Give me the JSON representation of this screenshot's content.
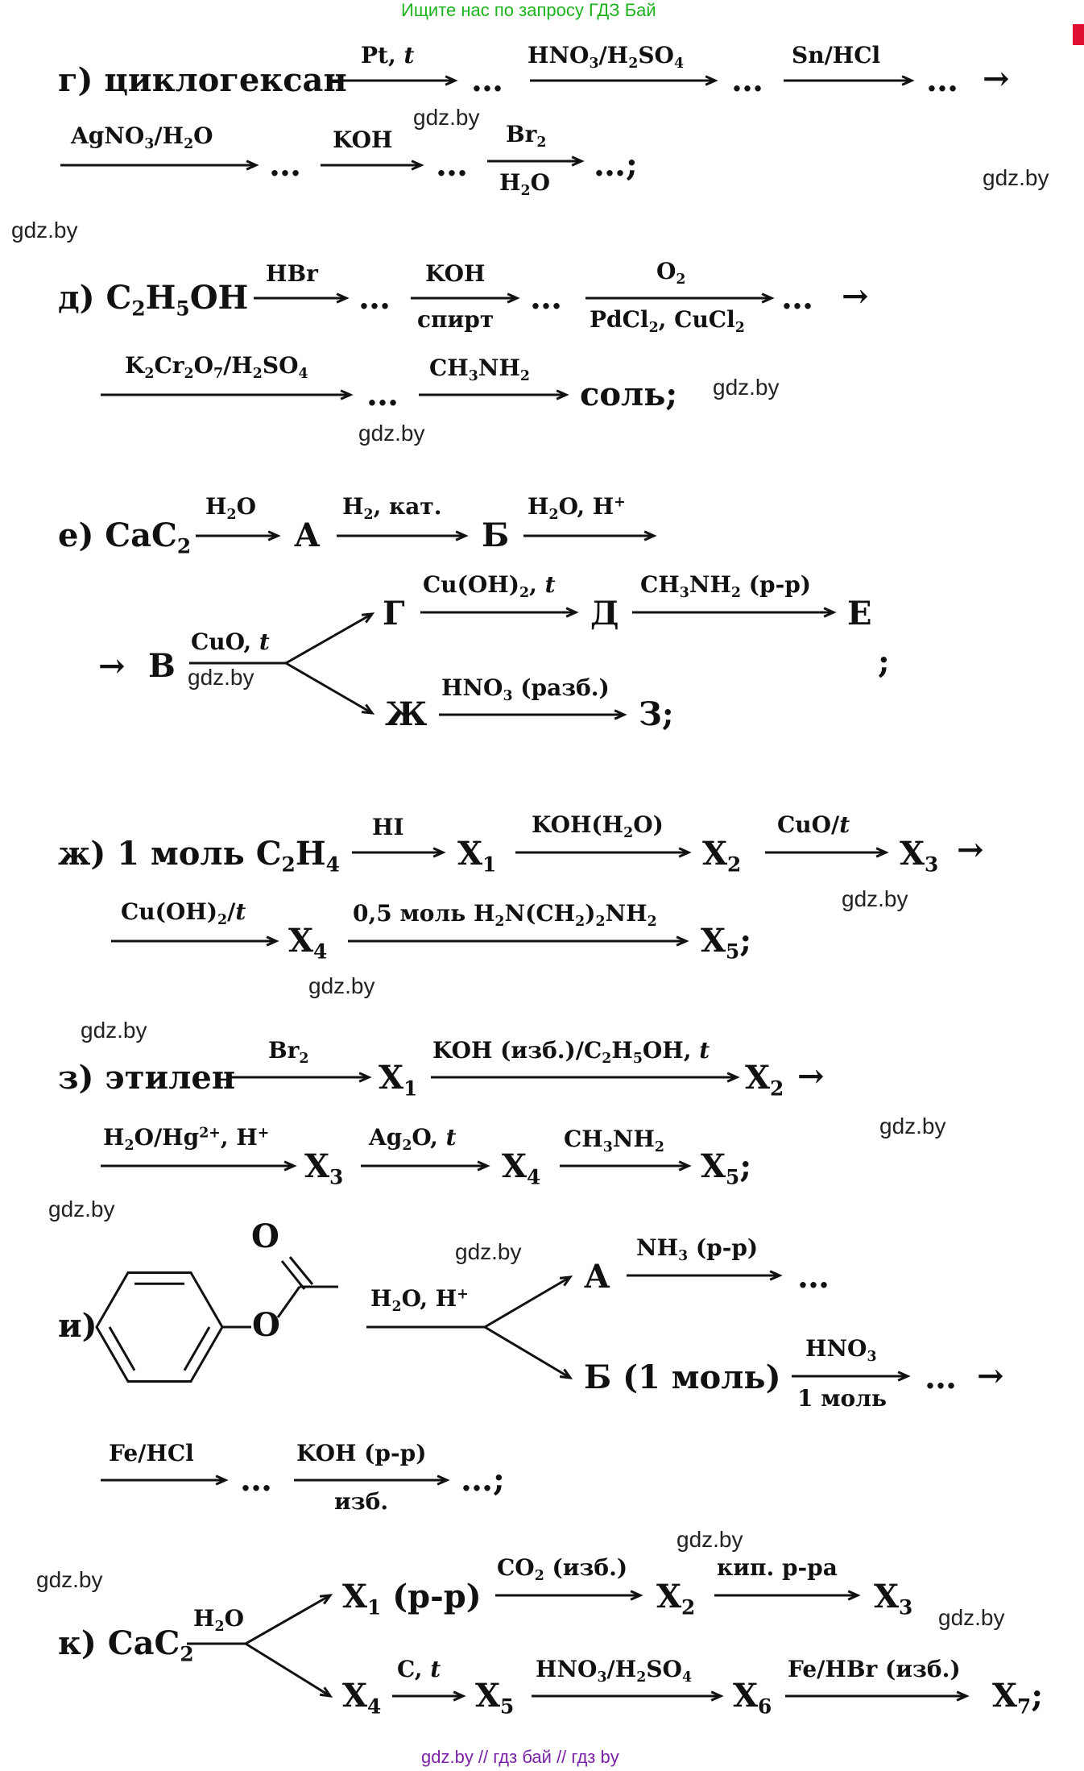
{
  "header": {
    "title": "Ищите нас по запросу ГДЗ Бай"
  },
  "footer": {
    "text": "gdz.by  //  гдз бай  //  гдз by"
  },
  "watermark": "gdz.by",
  "tokens": {
    "ellipsis": "…",
    "next": "→",
    "semicolon": ";",
    "g_start": "г) циклогексан",
    "g1": "Pt, t",
    "g2": "HNO3/H2SO4",
    "g3": "Sn/HCl",
    "g4": "AgNO3/H2O",
    "g5": "KOH",
    "g6a": "Br2",
    "g6b": "H2O",
    "g_end": "…;",
    "d_start": "д) C2H5OH",
    "d1": "HBr",
    "d2a": "KOH",
    "d2b": "спирт",
    "d3a": "O2",
    "d3b": "PdCl2, CuCl2",
    "d4": "K2Cr2O7/H2SO4",
    "d5": "CH3NH2",
    "d_end": "соль;",
    "e_start": "е) CaC2",
    "e1": "H2O",
    "e_A": "А",
    "e2": "H2, кат.",
    "e_B": "Б",
    "e3": "H2O, H+",
    "e_V": "В",
    "e4": "CuO, t",
    "e_G": "Г",
    "e5": "Cu(OH)2, t",
    "e_D": "Д",
    "e6": "CH3NH2 (р-р)",
    "e_E": "Е",
    "e_Zh": "Ж",
    "e7": "HNO3 (разб.)",
    "e_Z": "З;",
    "zh_start": "ж) 1 моль C2H4",
    "zh1": "HI",
    "zh2": "KOH(H2O)",
    "zh3": "CuO/t",
    "zh4": "Cu(OH)2/t",
    "zh5": "0,5 моль H2N(CH2)2NH2",
    "X1": "X1",
    "X2": "X2",
    "X3": "X3",
    "X4": "X4",
    "X5": "X5;",
    "X6": "X6",
    "X7": "X7;",
    "X5n": "X5",
    "z_start": "з) этилен",
    "z1": "Br2",
    "z2": "KOH (изб.)/C2H5OH, t",
    "z3": "H2O/Hg2+, H+",
    "z4": "Ag2O, t",
    "z5": "CH3NH2",
    "i_start": "и)",
    "i_O1": "O",
    "i_O2": "O",
    "i1": "H2O, H+",
    "i_A": "А",
    "i2": "NH3 (р-р)",
    "i_B": "Б (1 моль)",
    "i3a": "HNO3",
    "i3b": "1 моль",
    "i4": "Fe/HCl",
    "i5a": "KOH (р-р)",
    "i5b": "изб.",
    "i_end": "…;",
    "k_start": "к) CaC2",
    "k1": "H2O",
    "kX1": "X1 (р-р)",
    "k2": "CO2 (изб.)",
    "k3": "кип. р-ра",
    "k4": "C, t",
    "k5": "HNO3/H2SO4",
    "k6": "Fe/HBr (изб.)"
  }
}
